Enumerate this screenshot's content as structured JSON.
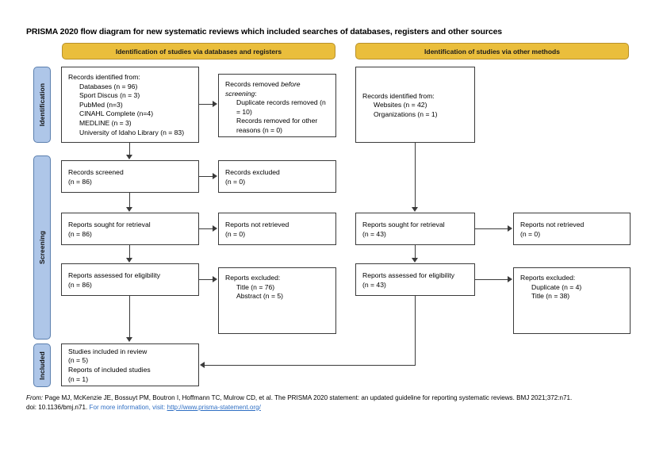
{
  "title": "PRISMA 2020 flow diagram for new systematic reviews which included searches of databases, registers and other sources",
  "colors": {
    "header_yellow": "#eabe3c",
    "stage_blue": "#aec6e8",
    "box_border": "#3b3b3b",
    "link_blue": "#2f6fc4"
  },
  "section_headers": {
    "databases": "Identification of studies via databases and registers",
    "other": "Identification of studies via other methods"
  },
  "stages": {
    "identification": "Identification",
    "screening": "Screening",
    "included": "Included"
  },
  "boxes": {
    "ident_db": {
      "heading": "Records identified from:",
      "items": [
        "Databases (n = 96)",
        "Sport Discus (n = 3)",
        "PubMed (n=3)",
        "CINAHL Complete (n=4)",
        "MEDLINE (n = 3)",
        "University of Idaho Library (n = 83)"
      ]
    },
    "removed": {
      "heading_plain": "Records removed ",
      "heading_italic": "before screening",
      "heading_tail": ":",
      "items": [
        "Duplicate records removed (n = 10)",
        "Records removed for other reasons (n = 0)"
      ]
    },
    "ident_other": {
      "heading": "Records identified from:",
      "items": [
        "Websites (n = 42)",
        "Organizations (n = 1)"
      ]
    },
    "screened": {
      "line1": "Records screened",
      "line2": "(n = 86)"
    },
    "excluded_screen": {
      "line1": "Records excluded",
      "line2": "(n = 0)"
    },
    "sought_db": {
      "line1": "Reports sought for retrieval",
      "line2": "(n = 86)"
    },
    "notretrieved_db": {
      "line1": "Reports not retrieved",
      "line2": "(n = 0)"
    },
    "assessed_db": {
      "line1": "Reports assessed for eligibility",
      "line2": "(n = 86)"
    },
    "excluded_db": {
      "heading": "Reports excluded:",
      "items": [
        "Title (n = 76)",
        "Abstract (n = 5)"
      ]
    },
    "sought_other": {
      "line1": "Reports sought for retrieval",
      "line2": "(n = 43)"
    },
    "notretrieved_other": {
      "line1": "Reports not retrieved",
      "line2": "(n = 0)"
    },
    "assessed_other": {
      "line1": "Reports assessed for eligibility",
      "line2": "(n = 43)"
    },
    "excluded_other": {
      "heading": "Reports excluded:",
      "items": [
        "Duplicate (n = 4)",
        "Title (n = 38)"
      ]
    },
    "included": {
      "line1": "Studies included in review",
      "line2": "(n = 5)",
      "line3": "Reports of included studies",
      "line4": "(n = 1)"
    }
  },
  "footer": {
    "from_label": "From:",
    "citation": "Page MJ, McKenzie JE, Bossuyt PM, Boutron I, Hoffmann TC, Mulrow CD, et al. The PRISMA 2020 statement: an updated guideline for reporting systematic reviews. BMJ 2021;372:n71.",
    "doi": "doi: 10.1136/bmj.n71.",
    "more_info": "For more information, visit:",
    "url": "http://www.prisma-statement.org/"
  }
}
